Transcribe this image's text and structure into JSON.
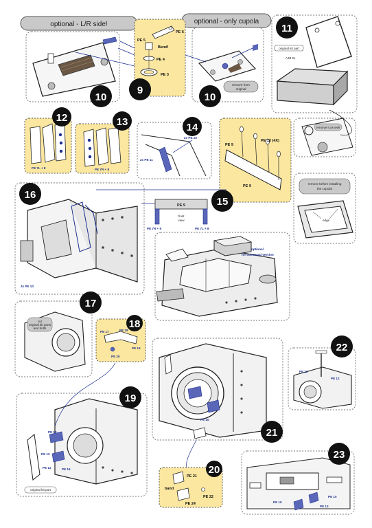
{
  "headers": {
    "lr_side": "optional - L/R side!",
    "only_cupola": "optional - only cupola"
  },
  "steps": {
    "s9": "9",
    "s10a": "10",
    "s10b": "10",
    "s11": "11",
    "s12": "12",
    "s13": "13",
    "s14": "14",
    "s15": "15",
    "s16": "16",
    "s17": "17",
    "s18": "18",
    "s19": "19",
    "s20": "20",
    "s21": "21",
    "s22": "22",
    "s23": "23"
  },
  "labels": {
    "pe5": "PE 5",
    "pe6": "PE 6",
    "bend": "Bend!",
    "pe4": "PE 4",
    "pe3": "PE 3",
    "remove_original_1": "remove from",
    "remove_original_2": "original",
    "original_kit_part": "original kit part",
    "a48": "A48 2x",
    "remove_it_as_well": "remove it as well",
    "pe7l8": "PE 7L + 8",
    "pe7r8": "PE 7R + 8",
    "pe10_2x": "2x PE 10",
    "pe11_2x": "2x PE 11",
    "pe9": "PE 9",
    "pe10_4x": "PE 10 (4X)",
    "pe9b": "PE 9",
    "remove_before_1": "remove before installing",
    "remove_before_2": "the cupola!",
    "edge": "edge",
    "pe9_front": "PE 9",
    "front_view_1": "front",
    "front_view_2": "view",
    "pe7r8b": "PE 7R + 8",
    "pe7l8b": "PE 7L + 8",
    "pe10_3x": "3x PE 10",
    "optional_1": "optional",
    "optional_2": "for command version",
    "cut_1": "cut",
    "cut_2": "original kit parts",
    "cut_3": "and bolts",
    "pe17": "PE 17",
    "pe18": "PE 18",
    "pe19": "PE 19",
    "pe20": "PE 20",
    "pe12_19a": "PE 12",
    "pe12_19b": "PE 12",
    "pe12_19c": "PE 12",
    "pe16": "PE 16",
    "original_kit_part_19": "original kit part",
    "pe21": "PE 21",
    "bend20": "band",
    "pe22": "PE 22",
    "pe24": "PE 24",
    "pe10_21": "PE 10",
    "pe12_22a": "PE 12",
    "pe12_22b": "PE 12",
    "pe10_23a": "PE 10",
    "pe10_23b": "PE 10",
    "pe13": "PE 13"
  },
  "colors": {
    "highlight": "#fbe7a0",
    "step_badge": "#111111",
    "pe_blue": "#1c2f8e",
    "pill_bg": "#c9c9c9",
    "line": "#333333"
  }
}
